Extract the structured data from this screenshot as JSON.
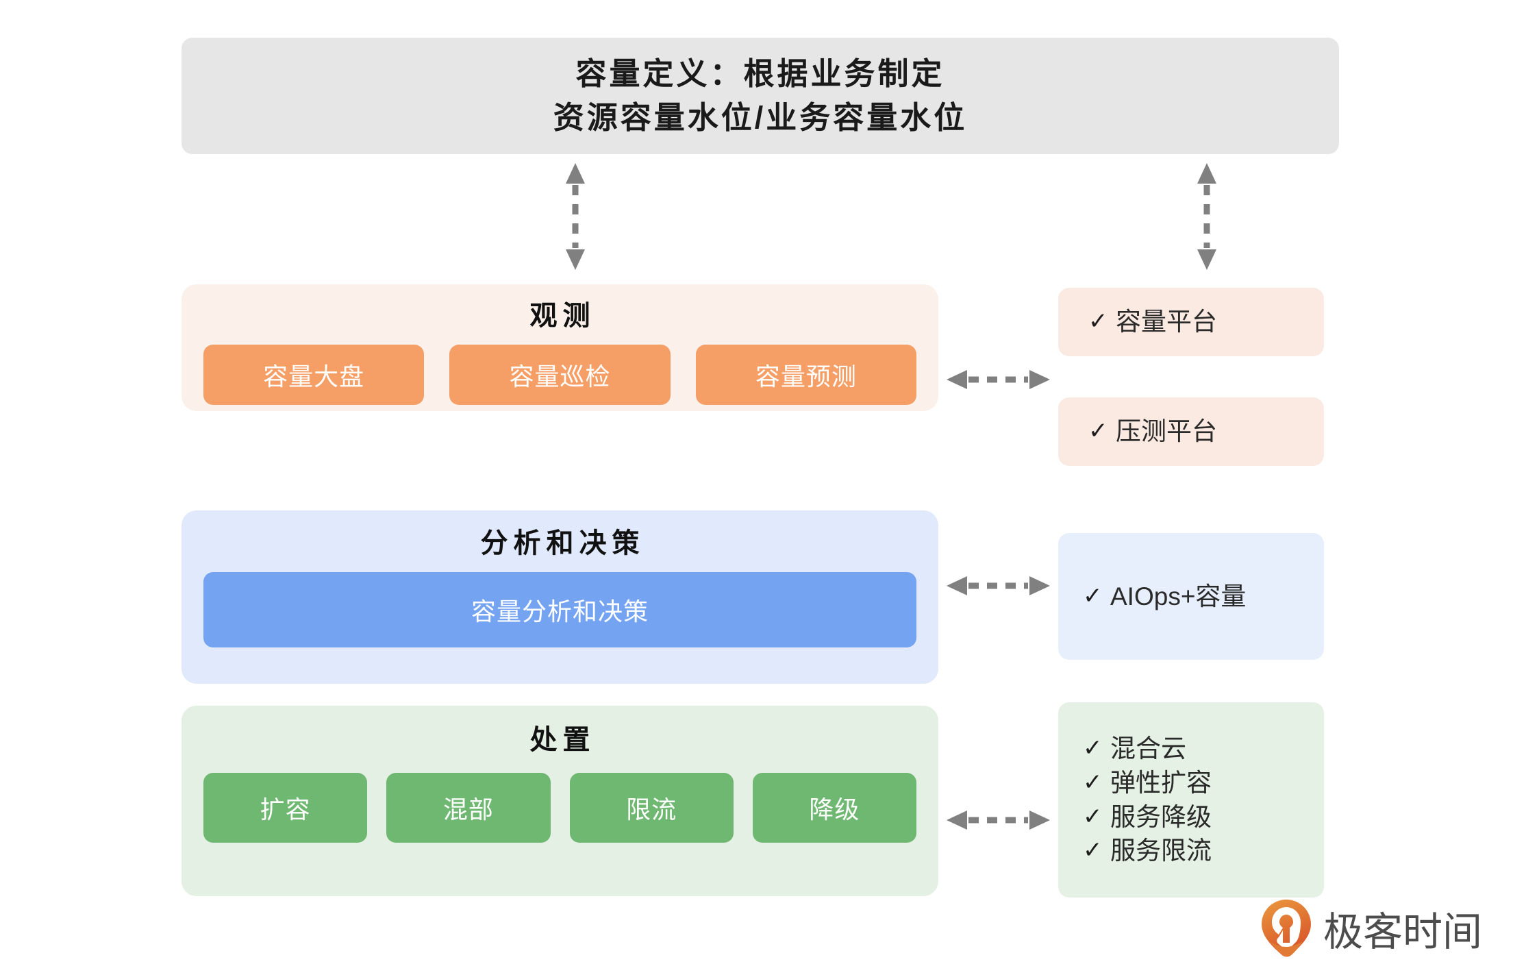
{
  "header": {
    "line1": "容量定义：根据业务制定",
    "line2": "资源容量水位/业务容量水位"
  },
  "stages": [
    {
      "id": "observe",
      "title": "观测",
      "panel_color": "#fbf1ea",
      "chip_color": "#f59f67",
      "chips": [
        "容量大盘",
        "容量巡检",
        "容量预测"
      ]
    },
    {
      "id": "analyze",
      "title": "分析和决策",
      "panel_color": "#e0eafc",
      "chip_color": "#74a3f2",
      "chips": [
        "容量分析和决策"
      ]
    },
    {
      "id": "handle",
      "title": "处置",
      "panel_color": "#e3f0e3",
      "chip_color": "#6fb872",
      "chips": [
        "扩容",
        "混部",
        "限流",
        "降级"
      ]
    }
  ],
  "capabilities": {
    "check_glyph": "✓",
    "capacity_platform": {
      "items": [
        "容量平台"
      ],
      "bg": "#fbeae2"
    },
    "stress_platform": {
      "items": [
        "压测平台"
      ],
      "bg": "#fbeae2"
    },
    "aiops": {
      "items": [
        "AIOps+容量"
      ],
      "bg": "#e7eefc"
    },
    "green_list": {
      "items": [
        "混合云",
        "弹性扩容",
        "服务降级",
        "服务限流"
      ],
      "bg": "#e6f1e6"
    }
  },
  "arrows": {
    "color": "#808080",
    "style": "dashed-double-headed"
  },
  "brand": {
    "name": "极客时间",
    "mark_color_start": "#e8913c",
    "mark_color_end": "#db5f2a"
  }
}
